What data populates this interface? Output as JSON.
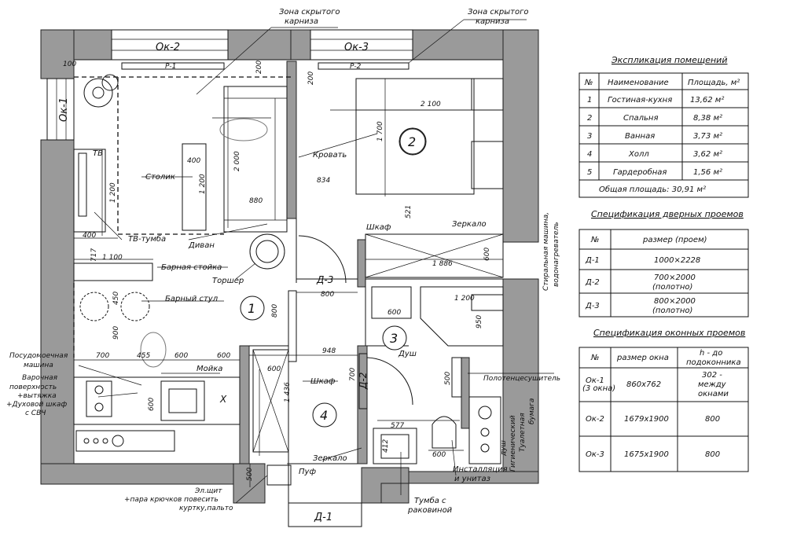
{
  "labels": {
    "cornice_zone_1": [
      "Зона скрытого",
      "карниза"
    ],
    "cornice_zone_2": [
      "Зона скрытого",
      "карниза"
    ],
    "ok2": "Ок-2",
    "ok3": "Ок-3",
    "ok1": "Ок-1",
    "r1": "Р-1",
    "r2": "Р-2",
    "tv": "ТВ",
    "table": "Столик",
    "tv_stand": "ТВ-тумба",
    "sofa": "Диван",
    "bar_counter": "Барная стойка",
    "floor_lamp": "Торшер",
    "bar_stool": "Барный стул",
    "bed": "Кровать",
    "wardrobe_1": "Шкаф",
    "wardrobe_2": "Шкаф",
    "mirror_1": "Зеркало",
    "mirror_2": "Зеркало",
    "washing_machine": [
      "Стиральная машина,",
      "водонагреватель"
    ],
    "shower": "Душ",
    "towel_dryer": "Полотенцесушитель",
    "toilet_paper": [
      "Туалетная",
      "бумага"
    ],
    "hygienic_shower": [
      "Гигиенический",
      "душ"
    ],
    "installation": [
      "Инсталляция",
      "и унитаз"
    ],
    "vanity": [
      "Тумба с",
      "раковиной"
    ],
    "pouf": "Пуф",
    "panel": [
      "Эл.щит",
      "+пара крючков повесить",
      "куртку,пальто"
    ],
    "dishwasher": [
      "Посудомоечная",
      "машина"
    ],
    "cooktop": [
      "Варочная",
      "поверхность",
      "+вытяжка",
      "+Духовой шкаф",
      "с СВЧ"
    ],
    "sink": "Мойка",
    "d1": "Д-1",
    "d2": "Д-2",
    "d3": "Д-3",
    "x_mark": "X",
    "room1": "1",
    "room2": "2",
    "room3": "3",
    "room4": "4"
  },
  "dims": {
    "d100": "100",
    "d200a": "200",
    "d200b": "200",
    "d2100": "2 100",
    "d1700": "1 700",
    "d400a": "400",
    "d1200a": "1 200",
    "d2000": "2 000",
    "d1200b": "1 200",
    "d880": "880",
    "d834": "834",
    "d521": "521",
    "d400b": "400",
    "d717": "717",
    "d1100": "1 100",
    "d1886": "1 886",
    "d600a": "600",
    "d800a": "800",
    "d800b": "800",
    "d450": "450",
    "d900": "900",
    "d1200c": "1 200",
    "d600b": "600",
    "d950": "950",
    "d700a": "700",
    "d455": "455",
    "d600c": "600",
    "d600d": "600",
    "d948": "948",
    "d600e": "600",
    "d700b": "700",
    "d1436": "1 436",
    "d500a": "500",
    "d600f": "600",
    "d577": "577",
    "d412": "412",
    "d600g": "600",
    "d500b": "500"
  },
  "explication": {
    "title": "Экспликация помещений",
    "headers": [
      "№",
      "Наименование",
      "Площадь, м²"
    ],
    "rows": [
      [
        "1",
        "Гостиная-кухня",
        "13,62 м²"
      ],
      [
        "2",
        "Спальня",
        "8,38 м²"
      ],
      [
        "3",
        "Ванная",
        "3,73 м²"
      ],
      [
        "4",
        "Холл",
        "3,62 м²"
      ],
      [
        "5",
        "Гардеробная",
        "1,56 м²"
      ]
    ],
    "total": "Общая площадь:  30,91 м²"
  },
  "doors": {
    "title": "Спецификация дверных проемов",
    "headers": [
      "№",
      "размер (проем)"
    ],
    "rows": [
      [
        "Д-1",
        "1000×2228",
        ""
      ],
      [
        "Д-2",
        "700×2000",
        "(полотно)"
      ],
      [
        "Д-3",
        "800×2000",
        "(полотно)"
      ]
    ]
  },
  "windows": {
    "title": "Спецификация оконных проемов",
    "headers": [
      "№",
      "размер окна",
      "h - до",
      "подоконника"
    ],
    "rows": [
      [
        "Ок-1",
        "(3 окна)",
        "860x762",
        "302 -",
        "между",
        "окнами"
      ],
      [
        "Ок-2",
        "",
        "1679x1900",
        "800",
        "",
        ""
      ],
      [
        "Ок-3",
        "",
        "1675x1900",
        "800",
        "",
        ""
      ]
    ]
  }
}
